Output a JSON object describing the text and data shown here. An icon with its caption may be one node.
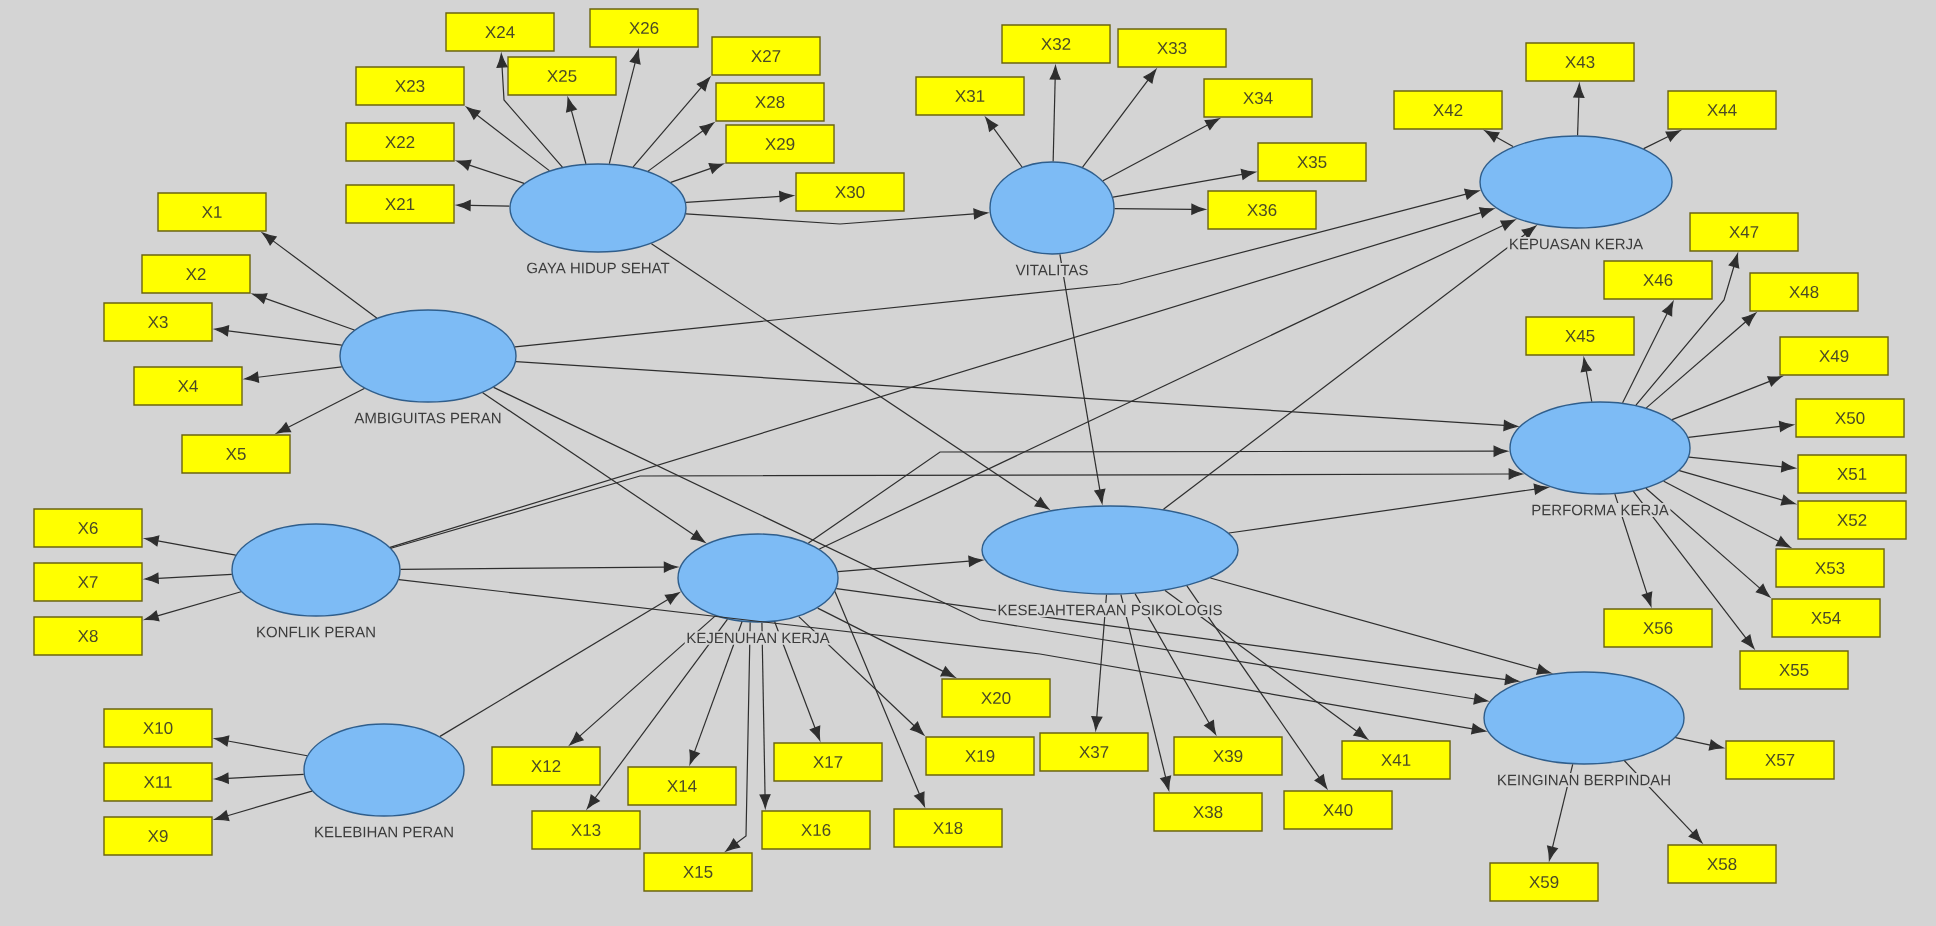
{
  "diagram": {
    "nodes": [
      {
        "text": [
          "GAYA HIDUP SEHAT"
        ]
      },
      {
        "text": [
          "VITALITAS"
        ]
      },
      {
        "text": [
          "KEPUASAN KERJA"
        ]
      },
      {
        "text": [
          "AMBIGUITAS PERAN"
        ]
      },
      {
        "text": [
          "PERFORMA KERJA"
        ]
      },
      {
        "text": [
          "KONFLIK PERAN"
        ]
      },
      {
        "text": [
          "KEJENUHAN KERJA"
        ]
      },
      {
        "text": [
          "KESEJAHTERAAN PSIKOLOGIS"
        ]
      },
      {
        "text": [
          "KELEBIHAN PERAN"
        ]
      },
      {
        "text": [
          "KEINGINAN BERPINDAH"
        ]
      },
      {
        "text": [
          "X1"
        ]
      },
      {
        "text": [
          "X2"
        ]
      },
      {
        "text": [
          "X3"
        ]
      },
      {
        "text": [
          "X4"
        ]
      },
      {
        "text": [
          "X5"
        ]
      },
      {
        "text": [
          "X6"
        ]
      },
      {
        "text": [
          "X7"
        ]
      },
      {
        "text": [
          "X8"
        ]
      },
      {
        "text": [
          "X9"
        ]
      },
      {
        "text": [
          "X10"
        ]
      },
      {
        "text": [
          "X11"
        ]
      },
      {
        "text": [
          "X12"
        ]
      },
      {
        "text": [
          "X13"
        ]
      },
      {
        "text": [
          "X14"
        ]
      },
      {
        "text": [
          "X15"
        ]
      },
      {
        "text": [
          "X16"
        ]
      },
      {
        "text": [
          "X17"
        ]
      },
      {
        "text": [
          "X18"
        ]
      },
      {
        "text": [
          "X19"
        ]
      },
      {
        "text": [
          "X20"
        ]
      },
      {
        "text": [
          "X21"
        ]
      },
      {
        "text": [
          "X22"
        ]
      },
      {
        "text": [
          "X23"
        ]
      },
      {
        "text": [
          "X24"
        ]
      },
      {
        "text": [
          "X25"
        ]
      },
      {
        "text": [
          "X26"
        ]
      },
      {
        "text": [
          "X27"
        ]
      },
      {
        "text": [
          "X28"
        ]
      },
      {
        "text": [
          "X29"
        ]
      },
      {
        "text": [
          "X30"
        ]
      },
      {
        "text": [
          "X31"
        ]
      },
      {
        "text": [
          "X32"
        ]
      },
      {
        "text": [
          "X33"
        ]
      },
      {
        "text": [
          "X34"
        ]
      },
      {
        "text": [
          "X35"
        ]
      },
      {
        "text": [
          "X36"
        ]
      },
      {
        "text": [
          "X37"
        ]
      },
      {
        "text": [
          "X38"
        ]
      },
      {
        "text": [
          "X39"
        ]
      },
      {
        "text": [
          "X40"
        ]
      },
      {
        "text": [
          "X41"
        ]
      },
      {
        "text": [
          "X42"
        ]
      },
      {
        "text": [
          "X43"
        ]
      },
      {
        "text": [
          "X44"
        ]
      },
      {
        "text": [
          "X45"
        ]
      },
      {
        "text": [
          "X46"
        ]
      },
      {
        "text": [
          "X47"
        ]
      },
      {
        "text": [
          "X48"
        ]
      },
      {
        "text": [
          "X49"
        ]
      },
      {
        "text": [
          "X50"
        ]
      },
      {
        "text": [
          "X51"
        ]
      },
      {
        "text": [
          "X52"
        ]
      },
      {
        "text": [
          "X53"
        ]
      },
      {
        "text": [
          "X54"
        ]
      },
      {
        "text": [
          "X55"
        ]
      },
      {
        "text": [
          "X56"
        ]
      },
      {
        "text": [
          "X57"
        ]
      },
      {
        "text": [
          "X58"
        ]
      },
      {
        "text": [
          "X59"
        ]
      }
    ],
    "edges": [
      {
        "from": 0,
        "to": 1,
        "arrow": "to"
      },
      {
        "from": 0,
        "to": 7,
        "arrow": "to"
      },
      {
        "from": 1,
        "to": 7,
        "arrow": "to"
      },
      {
        "from": 3,
        "to": 2,
        "arrow": "to"
      },
      {
        "from": 3,
        "to": 4,
        "arrow": "to"
      },
      {
        "from": 3,
        "to": 6,
        "arrow": "to"
      },
      {
        "from": 3,
        "to": 9,
        "arrow": "to"
      },
      {
        "from": 5,
        "to": 2,
        "arrow": "to"
      },
      {
        "from": 5,
        "to": 4,
        "arrow": "to"
      },
      {
        "from": 5,
        "to": 6,
        "arrow": "to"
      },
      {
        "from": 5,
        "to": 9,
        "arrow": "to"
      },
      {
        "from": 8,
        "to": 6,
        "arrow": "to"
      },
      {
        "from": 6,
        "to": 2,
        "arrow": "to"
      },
      {
        "from": 6,
        "to": 4,
        "arrow": "to"
      },
      {
        "from": 6,
        "to": 7,
        "arrow": "to"
      },
      {
        "from": 6,
        "to": 9,
        "arrow": "to"
      },
      {
        "from": 7,
        "to": 2,
        "arrow": "to"
      },
      {
        "from": 7,
        "to": 4,
        "arrow": "to"
      },
      {
        "from": 7,
        "to": 9,
        "arrow": "to"
      },
      {
        "from": 3,
        "to": 10,
        "arrow": "to"
      },
      {
        "from": 3,
        "to": 11,
        "arrow": "to"
      },
      {
        "from": 3,
        "to": 12,
        "arrow": "to"
      },
      {
        "from": 3,
        "to": 13,
        "arrow": "to"
      },
      {
        "from": 3,
        "to": 14,
        "arrow": "to"
      },
      {
        "from": 5,
        "to": 15,
        "arrow": "to"
      },
      {
        "from": 5,
        "to": 16,
        "arrow": "to"
      },
      {
        "from": 5,
        "to": 17,
        "arrow": "to"
      },
      {
        "from": 8,
        "to": 18,
        "arrow": "to"
      },
      {
        "from": 8,
        "to": 19,
        "arrow": "to"
      },
      {
        "from": 8,
        "to": 20,
        "arrow": "to"
      },
      {
        "from": 6,
        "to": 21,
        "arrow": "to"
      },
      {
        "from": 6,
        "to": 22,
        "arrow": "to"
      },
      {
        "from": 6,
        "to": 23,
        "arrow": "to"
      },
      {
        "from": 6,
        "to": 24,
        "arrow": "to"
      },
      {
        "from": 6,
        "to": 25,
        "arrow": "to"
      },
      {
        "from": 6,
        "to": 26,
        "arrow": "to"
      },
      {
        "from": 6,
        "to": 27,
        "arrow": "to"
      },
      {
        "from": 6,
        "to": 28,
        "arrow": "to"
      },
      {
        "from": 6,
        "to": 29,
        "arrow": "to"
      },
      {
        "from": 0,
        "to": 30,
        "arrow": "to"
      },
      {
        "from": 0,
        "to": 31,
        "arrow": "to"
      },
      {
        "from": 0,
        "to": 32,
        "arrow": "to"
      },
      {
        "from": 0,
        "to": 33,
        "arrow": "to"
      },
      {
        "from": 0,
        "to": 34,
        "arrow": "to"
      },
      {
        "from": 0,
        "to": 35,
        "arrow": "to"
      },
      {
        "from": 0,
        "to": 36,
        "arrow": "to"
      },
      {
        "from": 0,
        "to": 37,
        "arrow": "to"
      },
      {
        "from": 0,
        "to": 38,
        "arrow": "to"
      },
      {
        "from": 0,
        "to": 39,
        "arrow": "to"
      },
      {
        "from": 1,
        "to": 40,
        "arrow": "to"
      },
      {
        "from": 1,
        "to": 41,
        "arrow": "to"
      },
      {
        "from": 1,
        "to": 42,
        "arrow": "to"
      },
      {
        "from": 1,
        "to": 43,
        "arrow": "to"
      },
      {
        "from": 1,
        "to": 44,
        "arrow": "to"
      },
      {
        "from": 1,
        "to": 45,
        "arrow": "to"
      },
      {
        "from": 7,
        "to": 46,
        "arrow": "to"
      },
      {
        "from": 7,
        "to": 47,
        "arrow": "to"
      },
      {
        "from": 7,
        "to": 48,
        "arrow": "to"
      },
      {
        "from": 7,
        "to": 49,
        "arrow": "to"
      },
      {
        "from": 7,
        "to": 50,
        "arrow": "to"
      },
      {
        "from": 2,
        "to": 51,
        "arrow": "to"
      },
      {
        "from": 2,
        "to": 52,
        "arrow": "to"
      },
      {
        "from": 2,
        "to": 53,
        "arrow": "to"
      },
      {
        "from": 4,
        "to": 54,
        "arrow": "to"
      },
      {
        "from": 4,
        "to": 55,
        "arrow": "to"
      },
      {
        "from": 4,
        "to": 56,
        "arrow": "to"
      },
      {
        "from": 4,
        "to": 57,
        "arrow": "to"
      },
      {
        "from": 4,
        "to": 58,
        "arrow": "to"
      },
      {
        "from": 4,
        "to": 59,
        "arrow": "to"
      },
      {
        "from": 4,
        "to": 60,
        "arrow": "to"
      },
      {
        "from": 4,
        "to": 61,
        "arrow": "to"
      },
      {
        "from": 4,
        "to": 62,
        "arrow": "to"
      },
      {
        "from": 4,
        "to": 63,
        "arrow": "to"
      },
      {
        "from": 4,
        "to": 64,
        "arrow": "to"
      },
      {
        "from": 4,
        "to": 65,
        "arrow": "to"
      },
      {
        "from": 9,
        "to": 66,
        "arrow": "to"
      },
      {
        "from": 9,
        "to": 67,
        "arrow": "to"
      },
      {
        "from": 9,
        "to": 68,
        "arrow": "to"
      }
    ]
  }
}
